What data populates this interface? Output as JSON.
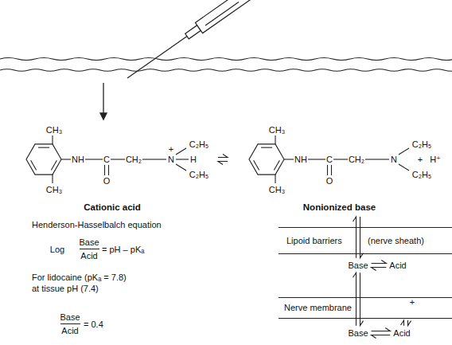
{
  "diagram": {
    "nodes": [
      {
        "text": [
          "Cationic acid"
        ]
      },
      {
        "text": [
          "Nonionized base"
        ]
      },
      {
        "text": [
          "Lipoid barriers",
          "(nerve sheath)"
        ]
      },
      {
        "text": [
          "Base"
        ]
      },
      {
        "text": [
          "Acid"
        ]
      },
      {
        "text": [
          "Nerve membrane"
        ]
      },
      {
        "text": [
          "Base"
        ]
      },
      {
        "text": [
          "Acid"
        ]
      }
    ],
    "edges": [
      {
        "from": 0,
        "to": 1,
        "arrow": "both"
      },
      {
        "from": 1,
        "to": 3,
        "arrow": "both"
      },
      {
        "from": 3,
        "to": 4,
        "arrow": "both"
      },
      {
        "from": 3,
        "to": 6,
        "arrow": "both"
      },
      {
        "from": 6,
        "to": 7,
        "arrow": "both"
      },
      {
        "from": 7,
        "to": 5,
        "arrow": "both"
      }
    ],
    "labels": [
      "CH₃",
      "CH₃",
      "NH",
      "C",
      "O",
      "CH₂",
      "+",
      "N",
      "H",
      "C₂H₅",
      "C₂H₅",
      "CH₃",
      "CH₃",
      "NH",
      "C",
      "O",
      "CH₂",
      "N",
      "C₂H₅",
      "C₂H₅",
      "+",
      "H⁺",
      "Henderson-Hasselbalch equation",
      "Log",
      "Base",
      "Acid",
      "= pH – pKₐ",
      "For lidocaine (pKₐ = 7.8)",
      "at tissue pH (7.4)",
      "Base",
      "Acid",
      "= 0.4",
      "+"
    ]
  }
}
